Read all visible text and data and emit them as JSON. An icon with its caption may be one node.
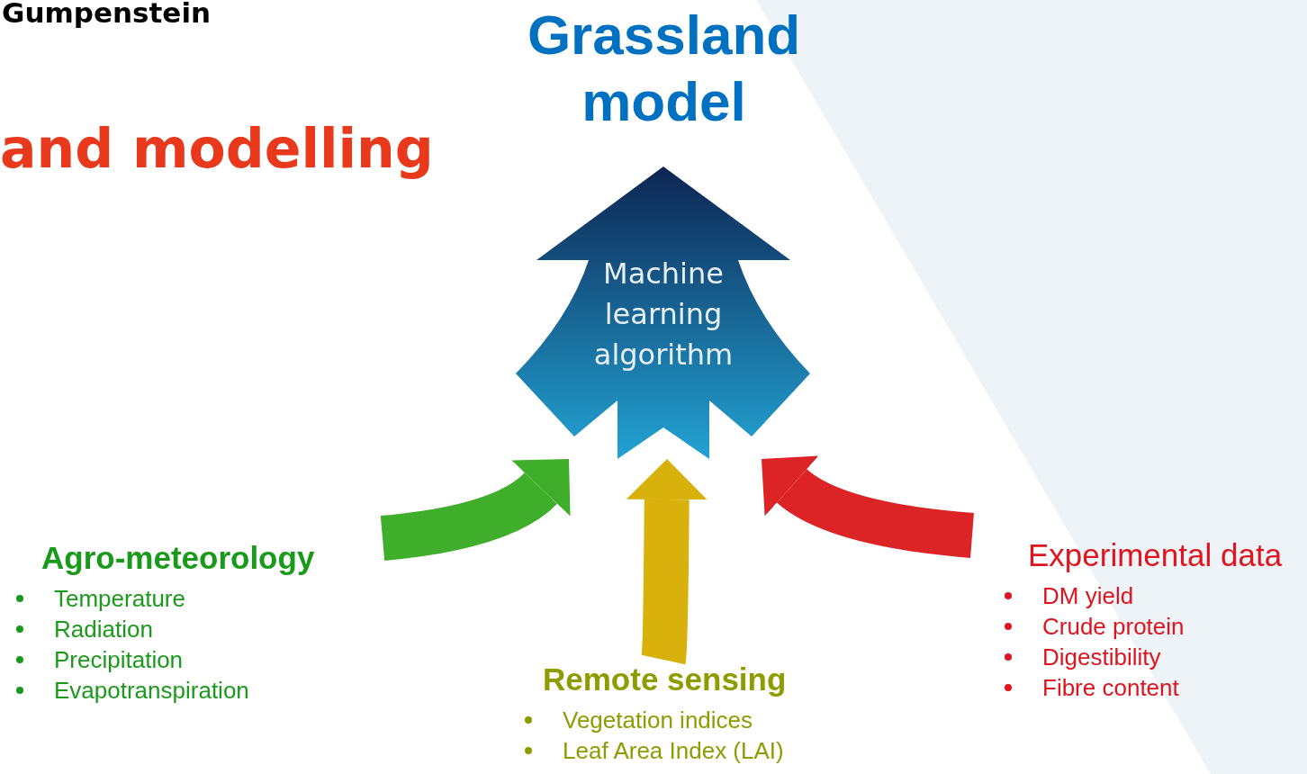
{
  "diagram": {
    "nodes": [
      {
        "text": [
          "Grassland model"
        ]
      },
      {
        "text": [
          "Machine learning algorithm"
        ]
      },
      {
        "text": [
          "Agro-meteorology",
          "Temperature",
          "Radiation",
          "Precipitation",
          "Evapotranspiration"
        ]
      },
      {
        "text": [
          "Remote sensing",
          "Vegetation indices",
          "Leaf Area Index (LAI)"
        ]
      },
      {
        "text": [
          "Experimental data",
          "DM yield",
          "Crude protein",
          "Digestibility",
          "Fibre content"
        ]
      }
    ],
    "edges": [
      {
        "from": 2,
        "to": 1,
        "arrow": "to",
        "color": "#3fae2a"
      },
      {
        "from": 3,
        "to": 1,
        "arrow": "to",
        "color": "#d9b10c"
      },
      {
        "from": 4,
        "to": 1,
        "arrow": "to",
        "color": "#dc2426"
      }
    ],
    "labels": [
      "Gumpenstein",
      "and modelling"
    ]
  }
}
